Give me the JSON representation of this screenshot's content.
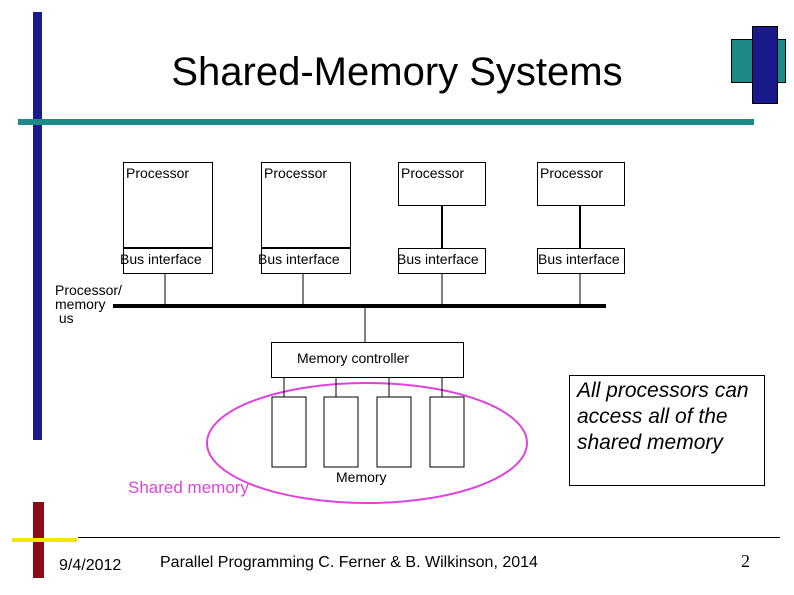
{
  "slide": {
    "title": "Shared-Memory Systems",
    "processors": [
      {
        "label": "Processor",
        "bus_label": "Bus interface"
      },
      {
        "label": "Processor",
        "bus_label": "Bus interface"
      },
      {
        "label": "Processor",
        "bus_label": "Bus interface"
      },
      {
        "label": "Processor",
        "bus_label": "Bus interface"
      }
    ],
    "bus_label": "Processor/\nmemory\n us",
    "memory_controller": "Memory controller",
    "memory_label": "Memory",
    "shared_memory_label": "Shared memory",
    "note": "All processors can access all of the shared memory"
  },
  "footer": {
    "date": "9/4/2012",
    "credit": "Parallel Programming  C. Ferner & B. Wilkinson, 2014",
    "page": "2"
  },
  "colors": {
    "navy": "#1a1a8c",
    "teal": "#1e8a88",
    "maroon": "#8b0c18",
    "yellow": "#f1e600",
    "magenta": "#dd44dd"
  }
}
